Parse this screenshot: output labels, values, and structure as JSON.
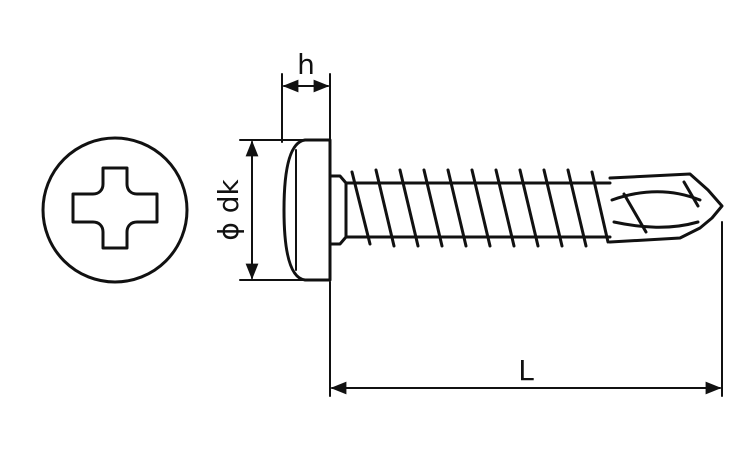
{
  "diagram": {
    "labels": {
      "head_height": "h",
      "head_diameter": "ϕ dk",
      "length": "L"
    },
    "colors": {
      "line": "#111111",
      "background": "#ffffff"
    }
  }
}
